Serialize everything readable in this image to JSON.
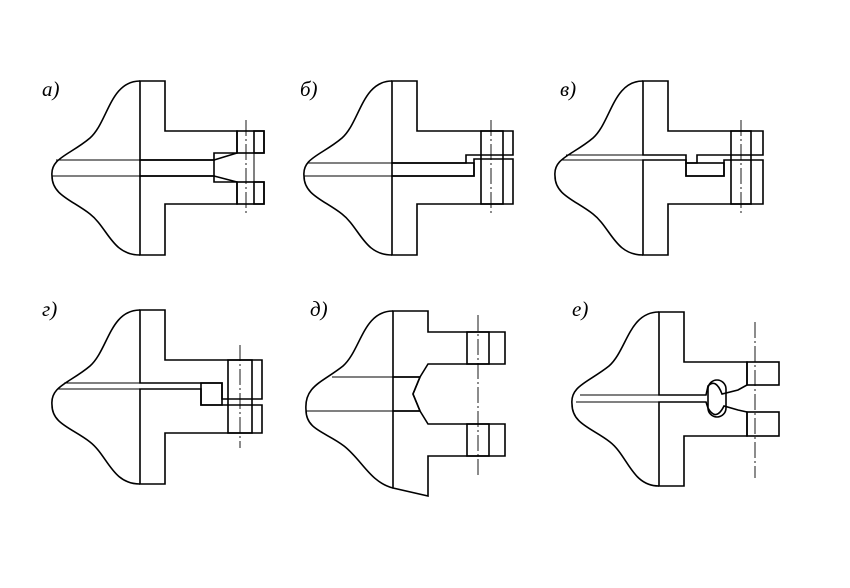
{
  "figure": {
    "panels": [
      {
        "id": "a",
        "label": "а)"
      },
      {
        "id": "b",
        "label": "б)"
      },
      {
        "id": "v",
        "label": "в)"
      },
      {
        "id": "g",
        "label": "г)"
      },
      {
        "id": "d",
        "label": "д)"
      },
      {
        "id": "e",
        "label": "е)"
      }
    ]
  }
}
